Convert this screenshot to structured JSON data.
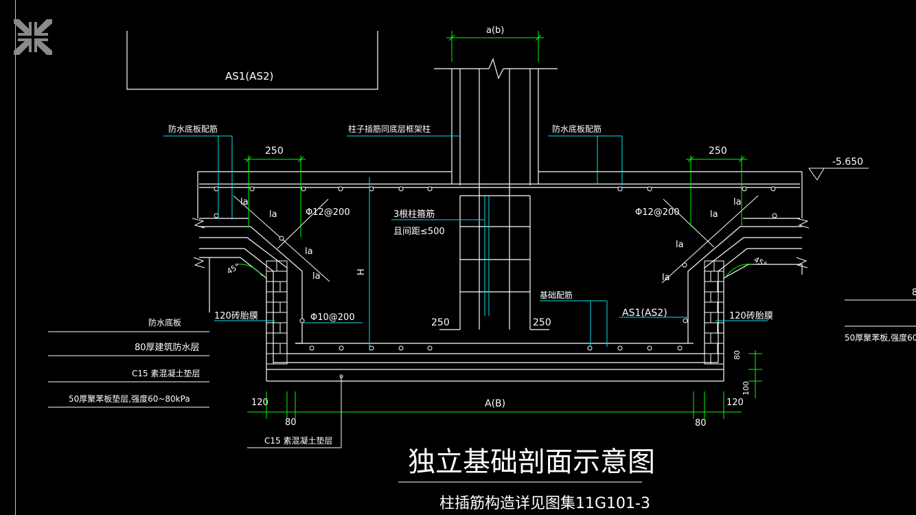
{
  "viewer": {
    "exit_fullscreen_icon": "collapse-arrows-icon"
  },
  "drawing": {
    "labels": {
      "top_box": "AS1(AS2)",
      "col_width": "a(b)",
      "wp_rebar_left": "防水底板配筋",
      "col_dowel": "柱子插筋同底层框架柱",
      "wp_rebar_right": "防水底板配筋",
      "dim_250_left": "250",
      "dim_250_right": "250",
      "elev": "-5.650",
      "la_1": "la",
      "la_2": "la",
      "la_3": "la",
      "la_4": "la",
      "la_5": "la",
      "la_6": "la",
      "la_7": "la",
      "la_8": "la",
      "rebar_12_left": "Φ12@200",
      "rebar_12_right": "Φ12@200",
      "stirrup_1": "3根柱箍筋",
      "stirrup_2": "且间距≤500",
      "H": "H",
      "angle_left": "45°",
      "angle_right": "45°",
      "brick_left": "120砖胎膜",
      "brick_right": "120砖胎膜",
      "rebar_10": "Φ10@200",
      "found_rebar": "基础配筋",
      "as_bottom": "AS1(AS2)",
      "d250_a": "250",
      "d250_b": "250",
      "leg_1": "防水底板",
      "leg_2": "80厚建筑防水层",
      "leg_3": "C15 素混凝土垫层",
      "leg_4": "50厚聚苯板垫层,强度60~80kPa",
      "right_partial_1": "8",
      "right_partial_2": "50厚聚苯板,强度60~",
      "dim_80_v": "80",
      "dim_100_v": "100",
      "dim_120_l": "120",
      "dim_80_l": "80",
      "dim_AB": "A(B)",
      "dim_80_r": "80",
      "dim_120_r": "120",
      "c15_label": "C15 素混凝土垫层",
      "title": "独立基础剖面示意图",
      "subtitle": "柱插筋构造详见图集11G101-3"
    }
  }
}
